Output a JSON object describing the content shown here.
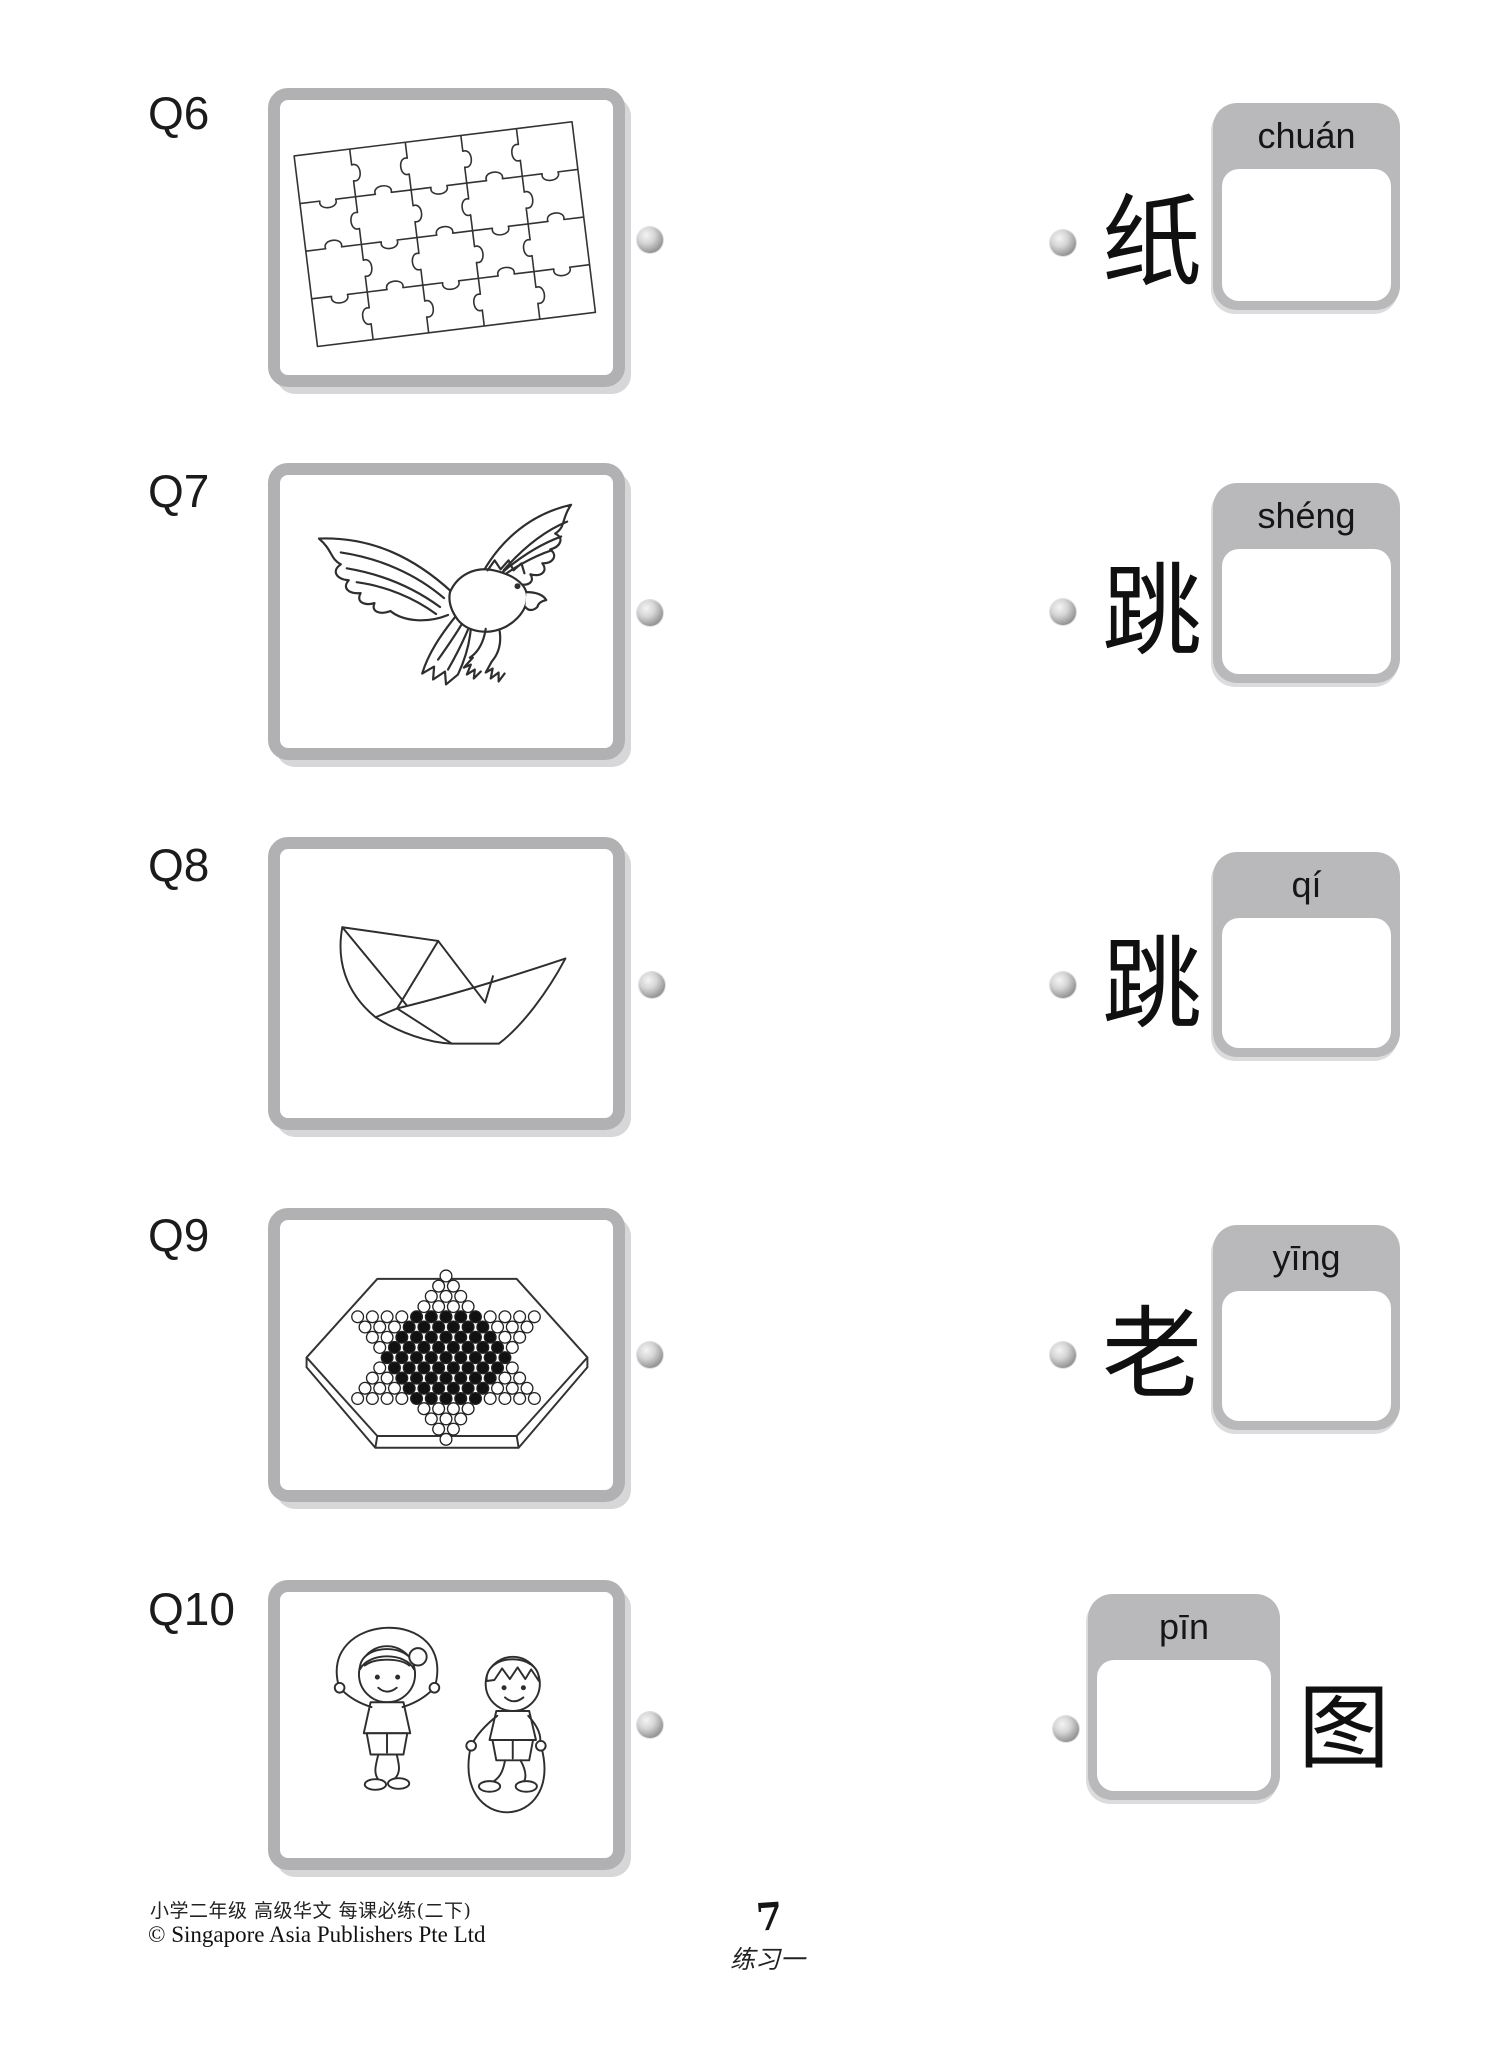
{
  "worksheet": {
    "questions": [
      {
        "number": "Q6",
        "picture": "jigsaw-puzzle",
        "character": "纸",
        "pinyin": "chuán",
        "character_position": "before-answer-box"
      },
      {
        "number": "Q7",
        "picture": "flying-eagle",
        "character": "跳",
        "pinyin": "shéng",
        "character_position": "before-answer-box"
      },
      {
        "number": "Q8",
        "picture": "paper-boat",
        "character": "跳",
        "pinyin": "qí",
        "character_position": "before-answer-box"
      },
      {
        "number": "Q9",
        "picture": "chinese-checkers-board",
        "character": "老",
        "pinyin": "yīng",
        "character_position": "before-answer-box"
      },
      {
        "number": "Q10",
        "picture": "children-skipping-rope",
        "character": "图",
        "pinyin": "pīn",
        "character_position": "after-answer-box"
      }
    ],
    "footer": {
      "series_line": "小学二年级 高级华文 每课必练(二下)",
      "copyright": "© Singapore Asia Publishers Pte Ltd",
      "page_number": "7",
      "exercise_label": "练习一"
    },
    "colors": {
      "box_border": "#b1b1b3",
      "answer_box_fill": "#b9b9bb",
      "text": "#1a1a1a",
      "dot": "#8c8c8c"
    }
  }
}
